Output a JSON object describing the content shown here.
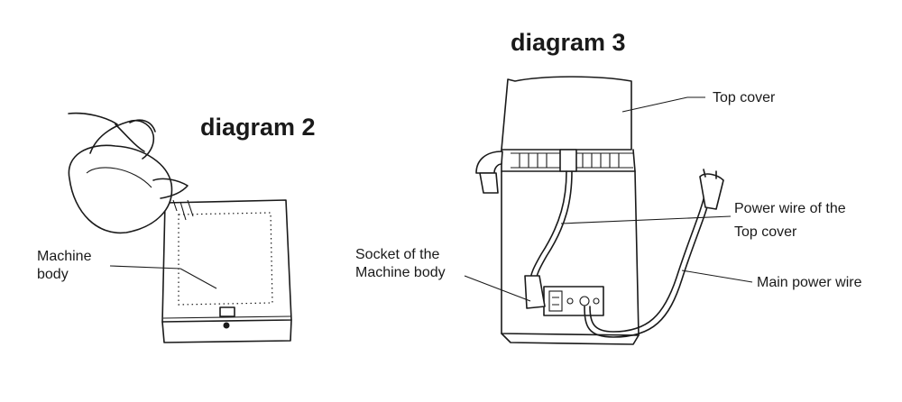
{
  "diagram2": {
    "title": "diagram 2",
    "label_machine_body_line1": "Machine",
    "label_machine_body_line2": "body"
  },
  "diagram3": {
    "title": "diagram 3",
    "label_top_cover": "Top cover",
    "label_power_wire_line1": "Power wire of the",
    "label_power_wire_line2": "Top cover",
    "label_socket_line1": "Socket of the",
    "label_socket_line2": "Machine body",
    "label_main_power_wire": "Main power wire"
  },
  "colors": {
    "ink": "#1a1a1a",
    "background": "#ffffff"
  }
}
